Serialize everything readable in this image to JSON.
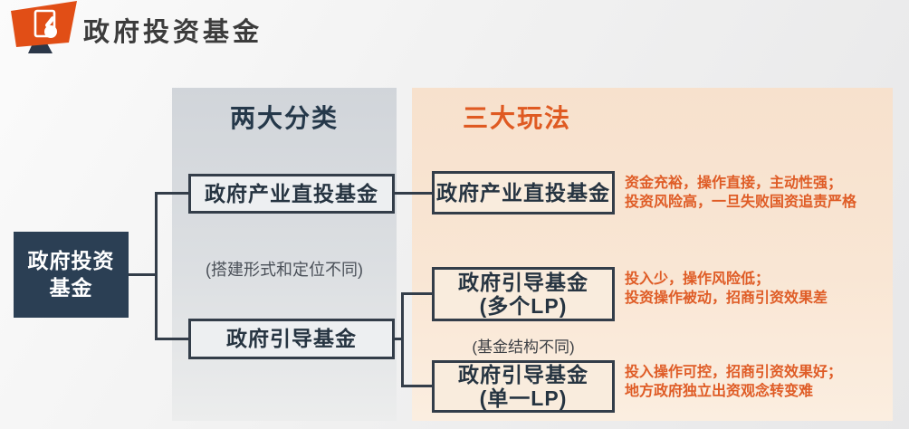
{
  "header": {
    "title": "政府投资基金",
    "icon": "monitor-click-icon"
  },
  "columns": {
    "classification": {
      "title": "两大分类"
    },
    "playstyles": {
      "title": "三大玩法"
    }
  },
  "root": {
    "line1": "政府投资",
    "line2": "基金"
  },
  "classification": {
    "direct_fund": "政府产业直投基金",
    "guidance_fund": "政府引导基金",
    "note": "(搭建形式和定位不同)"
  },
  "playstyles": {
    "note": "(基金结构不同)",
    "direct_fund": {
      "label": "政府产业直投基金",
      "desc1": "资金充裕，操作直接，主动性强；",
      "desc2": "投资风险高，一旦失败国资追责严格"
    },
    "multi_lp": {
      "label": "政府引导基金",
      "sub": "(多个LP)",
      "desc1": "投入少，操作风险低；",
      "desc2": "投资操作被动，招商引资效果差"
    },
    "single_lp": {
      "label": "政府引导基金",
      "sub": "(单一LP)",
      "desc1": "投入操作可控，招商引资效果好；",
      "desc2": "地方政府独立出资观念转变难"
    }
  },
  "colors": {
    "accent_orange": "#df5a22",
    "dark_navy": "#2b3f54",
    "column_gray": "#d4d8dc",
    "column_peach": "#f8e4d1",
    "connector": "#333d49"
  }
}
